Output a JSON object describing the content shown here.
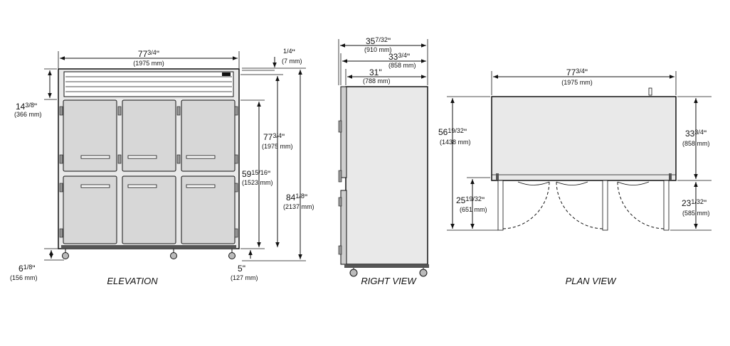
{
  "views": {
    "elevation": {
      "caption": "ELEVATION",
      "width": {
        "whole": "77",
        "frac": "3/4",
        "unit": "\"",
        "mm": "(1975 mm)"
      },
      "top_gap": {
        "whole": "",
        "frac": "1/4",
        "unit": "\"",
        "mm": "(7 mm)"
      },
      "grille": {
        "whole": "14",
        "frac": "3/8",
        "unit": "\"",
        "mm": "(366 mm)"
      },
      "door_height": {
        "whole": "77",
        "frac": "3/4",
        "unit": "\"",
        "mm": "(1975 mm)"
      },
      "door_section": {
        "whole": "59",
        "frac": "15/16",
        "unit": "\"",
        "mm": "(1523 mm)"
      },
      "overall_height": {
        "whole": "84",
        "frac": "1/8",
        "unit": "\"",
        "mm": "(2137 mm)"
      },
      "caster": {
        "whole": "6",
        "frac": "1/8",
        "unit": "\"",
        "mm": "(156 mm)"
      },
      "bottom_gap": {
        "whole": "5",
        "frac": "",
        "unit": "\"",
        "mm": "(127 mm)"
      }
    },
    "right": {
      "caption": "RIGHT VIEW",
      "depth_overall": {
        "whole": "35",
        "frac": "7/32",
        "unit": "\"",
        "mm": "(910 mm)"
      },
      "depth_body": {
        "whole": "33",
        "frac": "3/4",
        "unit": "\"",
        "mm": "(858 mm)"
      },
      "depth_cabinet": {
        "whole": "31",
        "frac": "",
        "unit": "\"",
        "mm": "(788 mm)"
      }
    },
    "plan": {
      "caption": "PLAN VIEW",
      "width": {
        "whole": "77",
        "frac": "3/4",
        "unit": "\"",
        "mm": "(1975 mm)"
      },
      "depth_open": {
        "whole": "56",
        "frac": "19/32",
        "unit": "\"",
        "mm": "(1438 mm)"
      },
      "door_swing": {
        "whole": "25",
        "frac": "19/32",
        "unit": "\"",
        "mm": "(651 mm)"
      },
      "depth": {
        "whole": "33",
        "frac": "3/4",
        "unit": "\"",
        "mm": "(858 mm)"
      },
      "door_width": {
        "whole": "23",
        "frac": "1/32",
        "unit": "\"",
        "mm": "(585 mm)"
      }
    }
  }
}
